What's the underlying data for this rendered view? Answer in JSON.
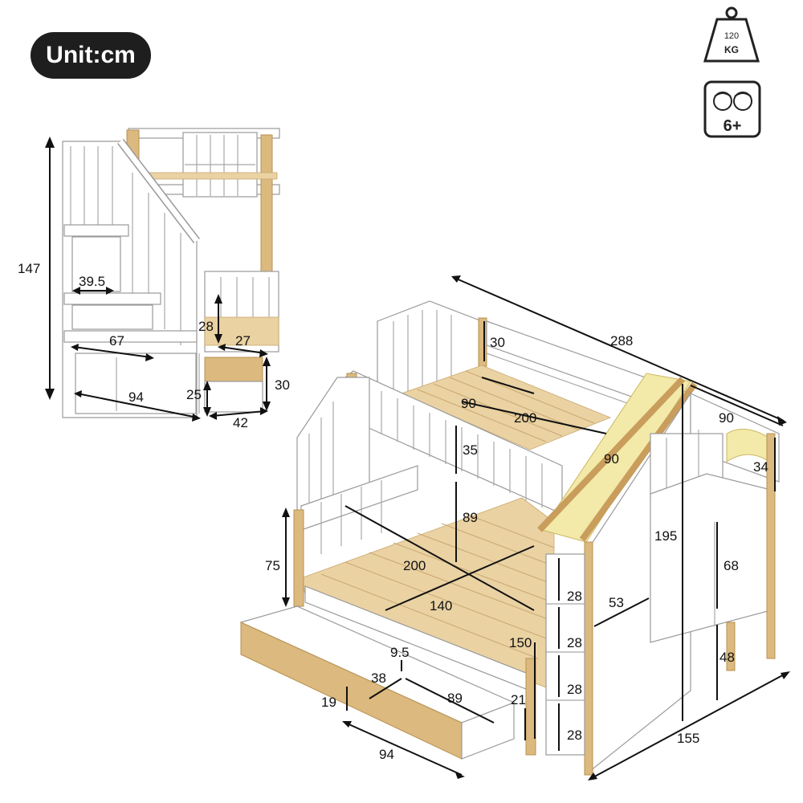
{
  "unit_label": "Unit:cm",
  "weight_icon": {
    "value": "120",
    "unit": "KG"
  },
  "age_icon": {
    "label": "6+"
  },
  "stair_view_dims": {
    "height": "147",
    "step_depth": "39.5",
    "step_width": "67",
    "riser": "28",
    "landing": "27",
    "base_length": "94",
    "drawer_front": "25",
    "drawer_depth": "42",
    "drawer_height": "30"
  },
  "main_view_dims": {
    "total_length": "288",
    "rail_height_top": "30",
    "top_width": "90",
    "top_length": "200",
    "top_rail_gap": "35",
    "under_clearance": "89",
    "bottom_length": "200",
    "bottom_width": "140",
    "lower_rail_height": "75",
    "side_depth": "90",
    "canopy_height": "34",
    "slide_length": "90",
    "total_height": "195",
    "shelf_1": "28",
    "shelf_2": "28",
    "shelf_3": "28",
    "shelf_4": "28",
    "shelf_width": "53",
    "cabinet_height": "68",
    "leg_height": "48",
    "bed_depth": "150",
    "total_width": "155",
    "drawer_gap": "9.5",
    "drawer_inner": "38",
    "drawer_inner_len": "89",
    "drawer_height": "19",
    "drawer_side": "21",
    "drawer_length": "94"
  }
}
